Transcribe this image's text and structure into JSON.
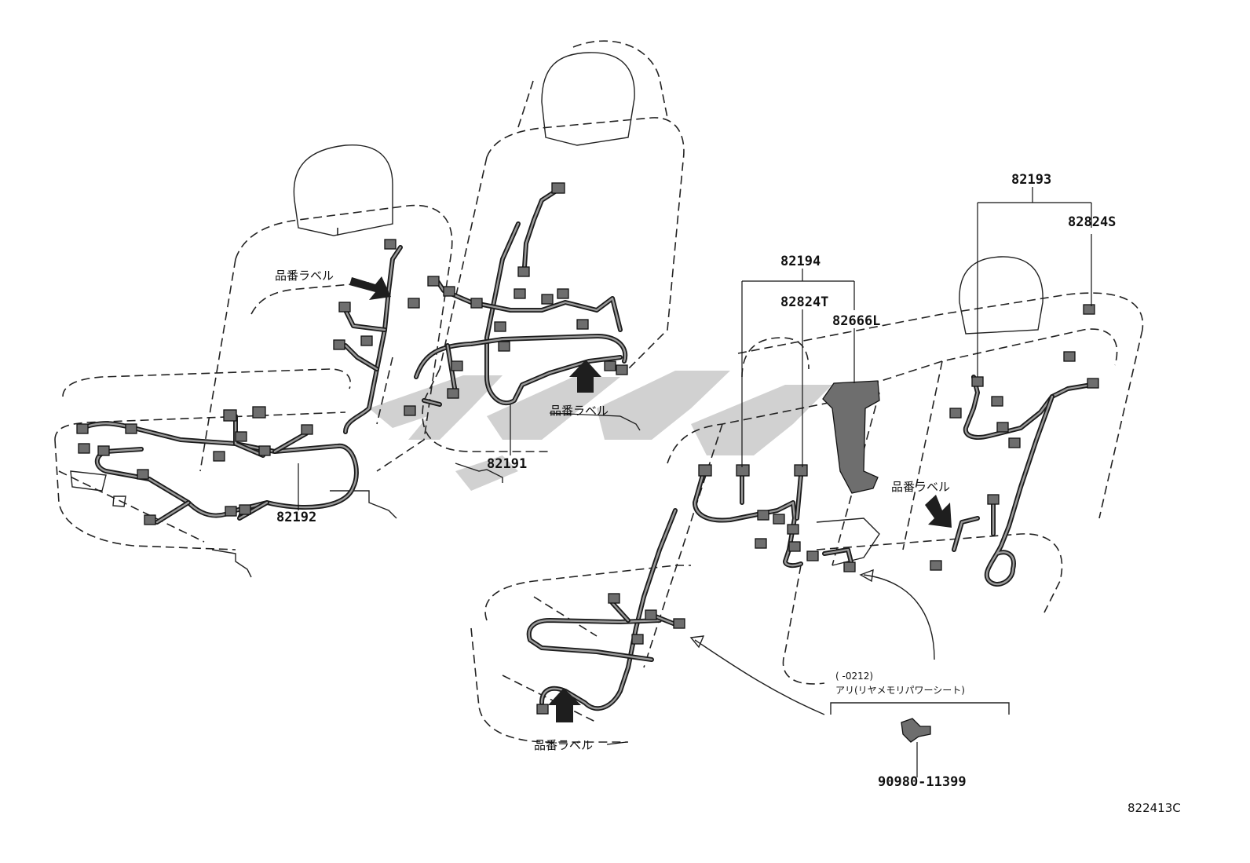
{
  "labels": {
    "p82191": "82191",
    "p82192": "82192",
    "p82193": "82193",
    "p82824S": "82824S",
    "p82194": "82194",
    "p82824T": "82824T",
    "p82666L": "82666L",
    "p90980": "90980-11399",
    "hinban": "品番ラベル",
    "cond_date": "(    -0212)",
    "cond_text": "アリ(リヤメモリパワーシート)",
    "diagram_id": "822413C"
  },
  "colors": {
    "line": "#222222",
    "wire": "#1b1b1b",
    "connector": "#6e6e6e",
    "watermark": "#c9c9c9"
  }
}
